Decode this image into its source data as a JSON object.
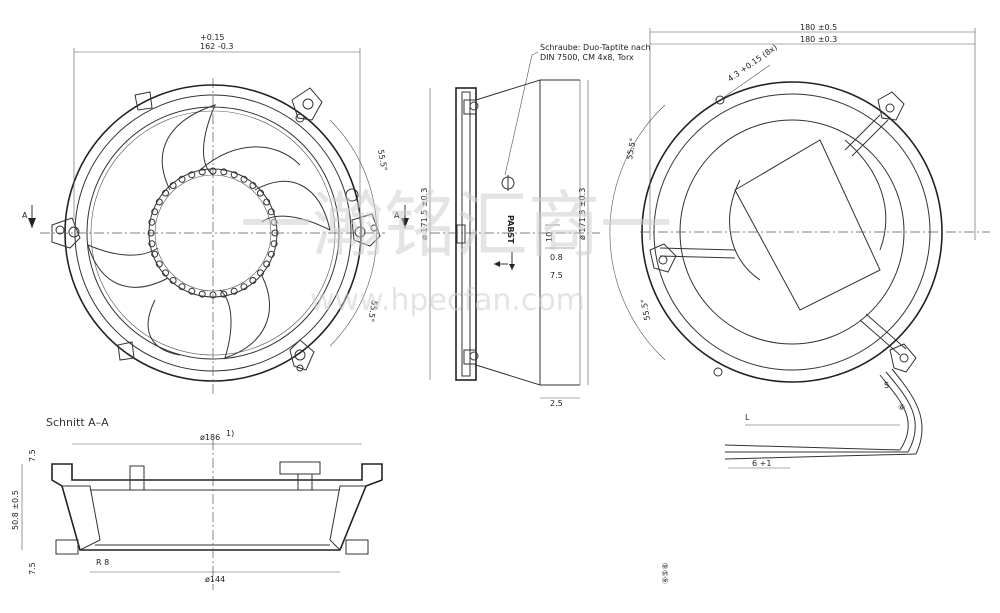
{
  "front_view": {
    "dim_diameter_upper": "+0.15",
    "dim_diameter_main": "162  -0.3",
    "angle_top": "55.5°",
    "angle_bottom": "55.5°",
    "section_mark_left": "A",
    "section_mark_right": "A"
  },
  "side_view": {
    "screw_note_line1": "Schraube: Duo-Taptite nach",
    "screw_note_line2": "DIN 7500, CM 4x8, Torx",
    "dim_left": "ø 171.5 ±0.3",
    "dim_right": "ø 171.5 ±0.3",
    "dim_10": "10",
    "dim_08": "0.8",
    "dim_75": "7.5",
    "dim_25": "2.5",
    "pabst_label": "PABST"
  },
  "rear_view": {
    "dim_top_1": "180  ±0.5",
    "dim_top_2": "180  ±0.3",
    "hole_note": "4.3 +0.15 (8x)",
    "angle_left_top": "55.5°",
    "angle_left_bottom": "55.5°",
    "cable_L": "L",
    "cable_dim": "6 +1",
    "cable_S": "S",
    "cable_mark": "⑥",
    "bottom_marks": "④⑤⑥"
  },
  "section_view": {
    "title": "Schnitt A–A",
    "dim_186": "ø186",
    "dim_186_sup": "1)",
    "dim_144": "ø144",
    "dim_75_top": "7.5",
    "dim_508": "50.8 ±0.5",
    "dim_75_bottom": "7.5",
    "radius": "R 8"
  },
  "watermark": {
    "cjk": "一瀚铭汇商一",
    "url": "www.hpecfan.com"
  }
}
